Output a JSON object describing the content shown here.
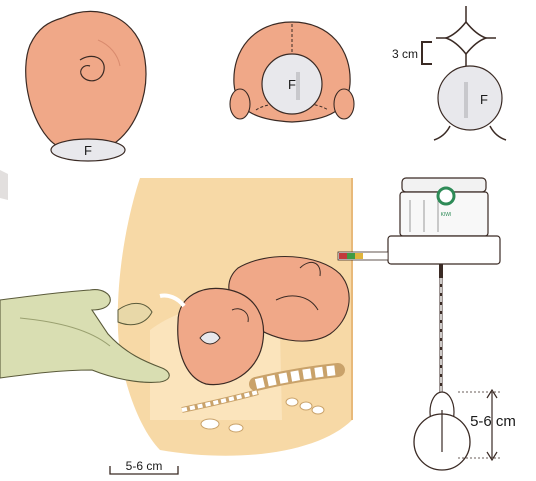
{
  "labels": {
    "fontanelle_marker": "F",
    "distance_top": "3 cm",
    "distance_cup": "5-6 cm",
    "distance_scale": "5-6 cm"
  },
  "device": {
    "logo_text": "KIWI"
  },
  "colors": {
    "skin": "#f0a888",
    "skin_shadow": "#d98b6e",
    "fontanelle": "#e8e8ec",
    "maternal_tissue": "#f7d9a6",
    "hand": "#d9deb2",
    "outline": "#3a2a24",
    "logo_green": "#2e8b57"
  }
}
